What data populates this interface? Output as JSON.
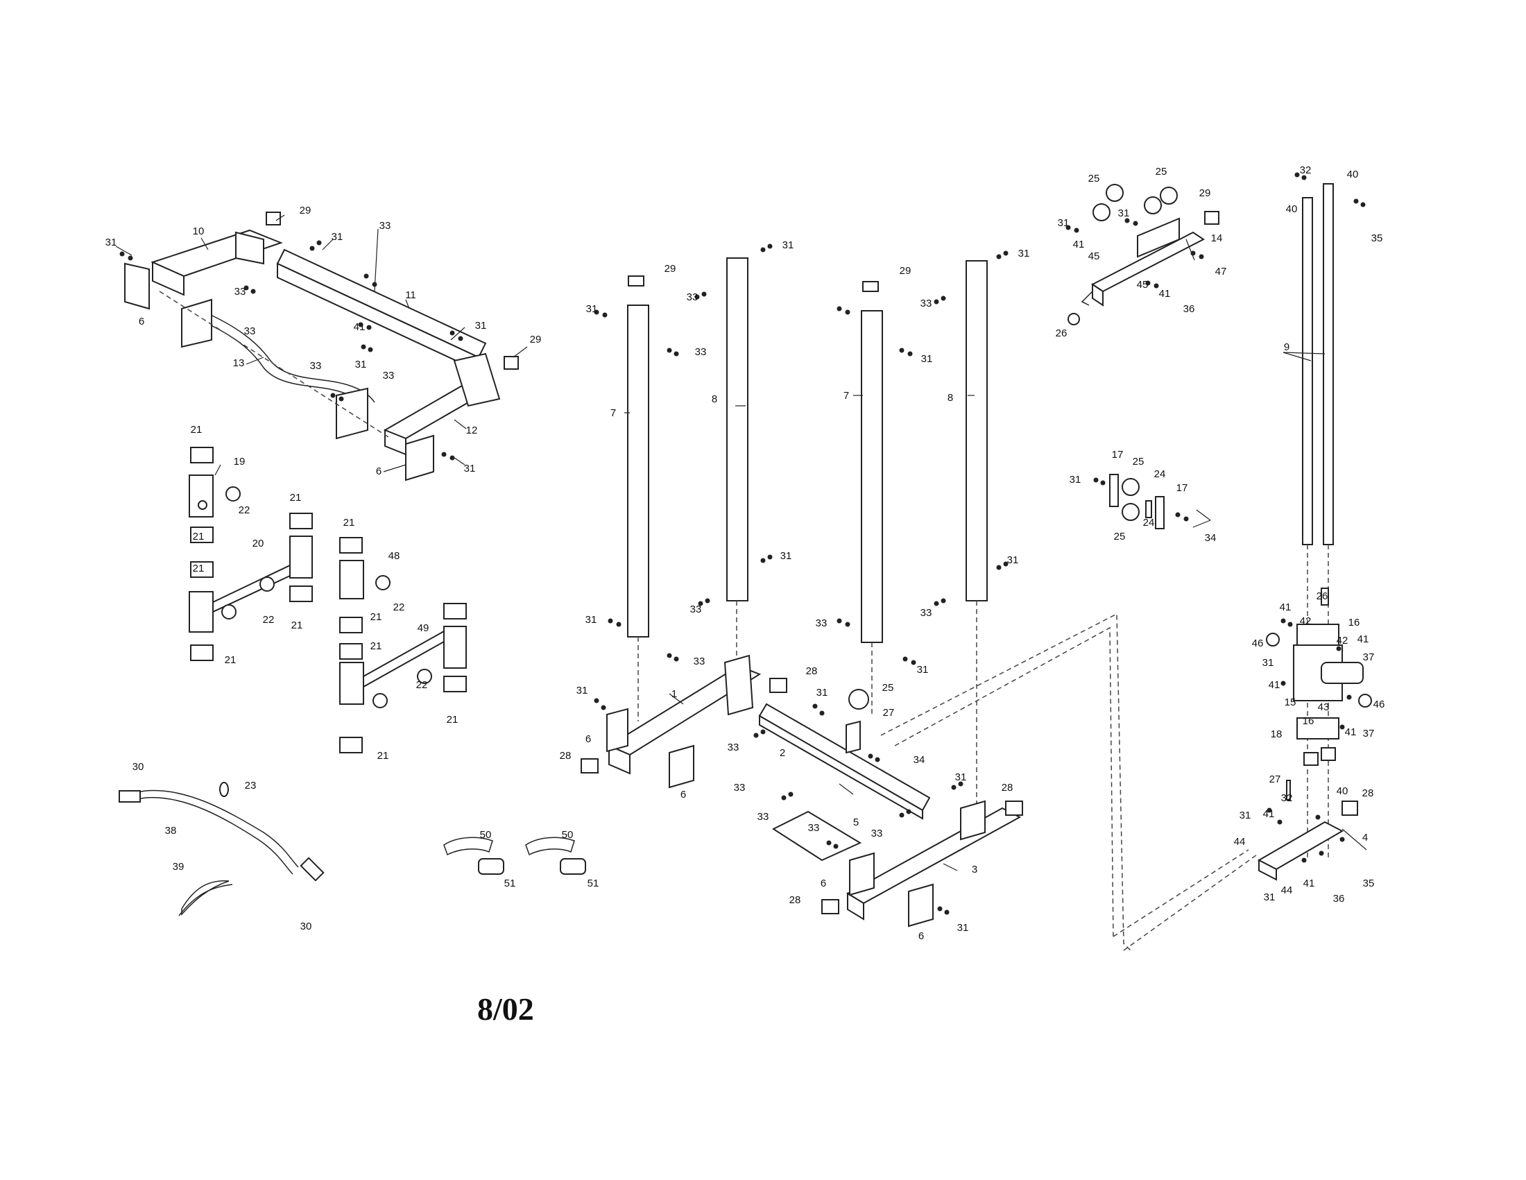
{
  "diagram": {
    "date_stamp": "8/02",
    "callouts": [
      {
        "id": "c1",
        "text": "31"
      },
      {
        "id": "c2",
        "text": "10"
      },
      {
        "id": "c3",
        "text": "29"
      },
      {
        "id": "c4",
        "text": "31"
      },
      {
        "id": "c5",
        "text": "33"
      },
      {
        "id": "c6",
        "text": "6"
      },
      {
        "id": "c7",
        "text": "33"
      },
      {
        "id": "c8",
        "text": "33"
      },
      {
        "id": "c9",
        "text": "11"
      },
      {
        "id": "c10",
        "text": "41"
      },
      {
        "id": "c11",
        "text": "31"
      },
      {
        "id": "c12",
        "text": "31"
      },
      {
        "id": "c13",
        "text": "33"
      },
      {
        "id": "c14",
        "text": "29"
      },
      {
        "id": "c15",
        "text": "13"
      },
      {
        "id": "c16",
        "text": "33"
      },
      {
        "id": "c17",
        "text": "12"
      },
      {
        "id": "c18",
        "text": "6"
      },
      {
        "id": "c19",
        "text": "31"
      },
      {
        "id": "c20",
        "text": "21"
      },
      {
        "id": "c21",
        "text": "19"
      },
      {
        "id": "c22",
        "text": "22"
      },
      {
        "id": "c23",
        "text": "21"
      },
      {
        "id": "c24",
        "text": "21"
      },
      {
        "id": "c25",
        "text": "20"
      },
      {
        "id": "c26",
        "text": "21"
      },
      {
        "id": "c27",
        "text": "22"
      },
      {
        "id": "c28",
        "text": "21"
      },
      {
        "id": "c29",
        "text": "21"
      },
      {
        "id": "c30",
        "text": "21"
      },
      {
        "id": "c31",
        "text": "48"
      },
      {
        "id": "c32",
        "text": "22"
      },
      {
        "id": "c33",
        "text": "21"
      },
      {
        "id": "c34",
        "text": "21"
      },
      {
        "id": "c35",
        "text": "49"
      },
      {
        "id": "c36",
        "text": "22"
      },
      {
        "id": "c37",
        "text": "21"
      },
      {
        "id": "c38",
        "text": "21"
      },
      {
        "id": "c39",
        "text": "30"
      },
      {
        "id": "c40",
        "text": "23"
      },
      {
        "id": "c41",
        "text": "38"
      },
      {
        "id": "c42",
        "text": "39"
      },
      {
        "id": "c43",
        "text": "30"
      },
      {
        "id": "c44",
        "text": "50"
      },
      {
        "id": "c45",
        "text": "50"
      },
      {
        "id": "c46",
        "text": "51"
      },
      {
        "id": "c47",
        "text": "51"
      },
      {
        "id": "c48",
        "text": "29"
      },
      {
        "id": "c49",
        "text": "31"
      },
      {
        "id": "c50",
        "text": "33"
      },
      {
        "id": "c51",
        "text": "31"
      },
      {
        "id": "c52",
        "text": "33"
      },
      {
        "id": "c53",
        "text": "7"
      },
      {
        "id": "c54",
        "text": "8"
      },
      {
        "id": "c55",
        "text": "31"
      },
      {
        "id": "c56",
        "text": "33"
      },
      {
        "id": "c57",
        "text": "31"
      },
      {
        "id": "c58",
        "text": "33"
      },
      {
        "id": "c59",
        "text": "28"
      },
      {
        "id": "c60",
        "text": "31"
      },
      {
        "id": "c61",
        "text": "1"
      },
      {
        "id": "c62",
        "text": "6"
      },
      {
        "id": "c63",
        "text": "28"
      },
      {
        "id": "c64",
        "text": "6"
      },
      {
        "id": "c65",
        "text": "33"
      },
      {
        "id": "c66",
        "text": "29"
      },
      {
        "id": "c67",
        "text": "31"
      },
      {
        "id": "c68",
        "text": "33"
      },
      {
        "id": "c69",
        "text": "31"
      },
      {
        "id": "c70",
        "text": "7"
      },
      {
        "id": "c71",
        "text": "8"
      },
      {
        "id": "c72",
        "text": "31"
      },
      {
        "id": "c73",
        "text": "33"
      },
      {
        "id": "c74",
        "text": "33"
      },
      {
        "id": "c75",
        "text": "31"
      },
      {
        "id": "c76",
        "text": "31"
      },
      {
        "id": "c77",
        "text": "25"
      },
      {
        "id": "c78",
        "text": "27"
      },
      {
        "id": "c79",
        "text": "33"
      },
      {
        "id": "c80",
        "text": "2"
      },
      {
        "id": "c81",
        "text": "34"
      },
      {
        "id": "c82",
        "text": "33"
      },
      {
        "id": "c83",
        "text": "5"
      },
      {
        "id": "c84",
        "text": "31"
      },
      {
        "id": "c85",
        "text": "33"
      },
      {
        "id": "c86",
        "text": "28"
      },
      {
        "id": "c87",
        "text": "33"
      },
      {
        "id": "c88",
        "text": "6"
      },
      {
        "id": "c89",
        "text": "3"
      },
      {
        "id": "c90",
        "text": "28"
      },
      {
        "id": "c91",
        "text": "6"
      },
      {
        "id": "c92",
        "text": "31"
      },
      {
        "id": "c93",
        "text": "25"
      },
      {
        "id": "c94",
        "text": "25"
      },
      {
        "id": "c95",
        "text": "29"
      },
      {
        "id": "c96",
        "text": "31"
      },
      {
        "id": "c97",
        "text": "31"
      },
      {
        "id": "c98",
        "text": "41"
      },
      {
        "id": "c99",
        "text": "45"
      },
      {
        "id": "c100",
        "text": "14"
      },
      {
        "id": "c101",
        "text": "47"
      },
      {
        "id": "c102",
        "text": "45"
      },
      {
        "id": "c103",
        "text": "41"
      },
      {
        "id": "c104",
        "text": "36"
      },
      {
        "id": "c105",
        "text": "26"
      },
      {
        "id": "c106",
        "text": "17"
      },
      {
        "id": "c107",
        "text": "31"
      },
      {
        "id": "c108",
        "text": "25"
      },
      {
        "id": "c109",
        "text": "24"
      },
      {
        "id": "c110",
        "text": "17"
      },
      {
        "id": "c111",
        "text": "25"
      },
      {
        "id": "c112",
        "text": "24"
      },
      {
        "id": "c113",
        "text": "34"
      },
      {
        "id": "c114",
        "text": "32"
      },
      {
        "id": "c115",
        "text": "40"
      },
      {
        "id": "c116",
        "text": "40"
      },
      {
        "id": "c117",
        "text": "35"
      },
      {
        "id": "c118",
        "text": "9"
      },
      {
        "id": "c119",
        "text": "26"
      },
      {
        "id": "c120",
        "text": "41"
      },
      {
        "id": "c121",
        "text": "42"
      },
      {
        "id": "c122",
        "text": "16"
      },
      {
        "id": "c123",
        "text": "46"
      },
      {
        "id": "c124",
        "text": "42"
      },
      {
        "id": "c125",
        "text": "41"
      },
      {
        "id": "c126",
        "text": "31"
      },
      {
        "id": "c127",
        "text": "37"
      },
      {
        "id": "c128",
        "text": "41"
      },
      {
        "id": "c129",
        "text": "15"
      },
      {
        "id": "c130",
        "text": "46"
      },
      {
        "id": "c131",
        "text": "43"
      },
      {
        "id": "c132",
        "text": "16"
      },
      {
        "id": "c133",
        "text": "41"
      },
      {
        "id": "c134",
        "text": "37"
      },
      {
        "id": "c135",
        "text": "18"
      },
      {
        "id": "c136",
        "text": "27"
      },
      {
        "id": "c137",
        "text": "32"
      },
      {
        "id": "c138",
        "text": "40"
      },
      {
        "id": "c139",
        "text": "28"
      },
      {
        "id": "c140",
        "text": "31"
      },
      {
        "id": "c141",
        "text": "41"
      },
      {
        "id": "c142",
        "text": "4"
      },
      {
        "id": "c143",
        "text": "44"
      },
      {
        "id": "c144",
        "text": "31"
      },
      {
        "id": "c145",
        "text": "44"
      },
      {
        "id": "c146",
        "text": "41"
      },
      {
        "id": "c147",
        "text": "36"
      },
      {
        "id": "c148",
        "text": "35"
      }
    ]
  }
}
